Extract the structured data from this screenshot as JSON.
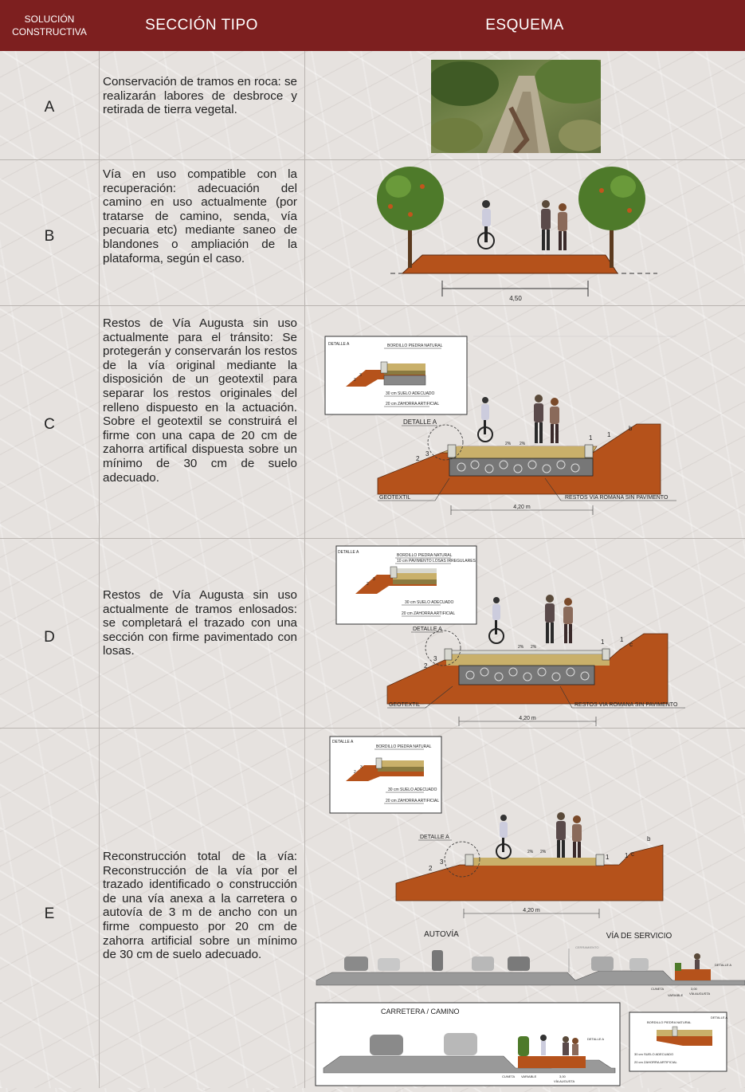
{
  "header": {
    "col1": "SOLUCIÓN CONSTRUCTIVA",
    "col2": "SECCIÓN TIPO",
    "col3": "ESQUEMA"
  },
  "rows": [
    {
      "letter": "A",
      "text": "Conservación de tramos en roca: se realizarán labores de desbroce y retirada de tierra vegetal."
    },
    {
      "letter": "B",
      "text": "Vía en uso compatible con la recuperación: adecuación del camino en uso actualmente (por tratarse de camino, senda, vía pecuaria etc) mediante saneo de blandones o ampliación de la plataforma, según el caso."
    },
    {
      "letter": "C",
      "text": "Restos de Vía Augusta sin uso actualmente para el tránsito: Se protegerán y conservarán los restos de la vía original mediante la disposición de un geotextil para separar los restos originales del relleno dispuesto en la actuación. Sobre el geotextil se construirá el firme con una capa de 20 cm de zahorra artifical dispuesta sobre un mínimo de 30 cm de suelo adecuado."
    },
    {
      "letter": "D",
      "text": "Restos de Vía Augusta sin uso actualmente de tramos enlosados: se completará el trazado con una sección con firme pavimentado con losas."
    },
    {
      "letter": "E",
      "text": "Reconstrucción total de la vía: Reconstrucción de la vía por el trazado identificado o construcción de una vía anexa a la carretera o autovía de 3 m de ancho con un firme compuesto por 20 cm de zahorra artificial sobre un mínimo de 30 cm de suelo adecuado."
    }
  ],
  "schemes": {
    "b": {
      "dim": "4,50"
    },
    "c": {
      "detalle": "DETALLE A",
      "bordillo": "BORDILLO PIEDRA NATURAL",
      "suelo": "30 cm SUELO ADECUADO",
      "zahorra": "20 cm ZAHORRA ARTIFICIAL",
      "geotextil": "GEOTEXTIL",
      "restos": "RESTOS VIA ROMANA SIN PAVIMENTO",
      "dim": "4,20 m",
      "slope": "2%",
      "n3": "3",
      "n2": "2",
      "n1": "1",
      "b": "b"
    },
    "d": {
      "detalle": "DETALLE A",
      "bordillo": "BORDILLO PIEDRA NATURAL",
      "losas": "10 cm PAVIMENTO LOSAS IRREGULARES",
      "suelo": "30 cm SUELO ADECUADO",
      "zahorra": "20 cm ZAHORRA ARTIFICIAL",
      "geotextil": "GEOTEXTIL",
      "restos": "RESTOS VIA ROMANA SIN PAVIMENTO",
      "dim": "4,20 m",
      "slope": "2%",
      "n3": "3",
      "n2": "2",
      "n1": "1",
      "c": "c"
    },
    "e": {
      "detalle": "DETALLE A",
      "bordillo": "BORDILLO PIEDRA NATURAL",
      "suelo": "30 cm SUELO ADECUADO",
      "zahorra": "20 cm ZAHORRA ARTIFICIAL",
      "dim": "4,20 m",
      "slope": "2%",
      "n3": "3",
      "n2": "2",
      "n1": "1",
      "b": "b",
      "c": "c",
      "autovia": "AUTOVÍA",
      "via_servicio": "VÍA DE SERVICIO",
      "cerramiento": "CERRAMIENTO",
      "cuneta": "CUNETA",
      "variable": "VARIABLE",
      "ancho": "3,00",
      "via_augusta": "VÍA AUGUSTA",
      "carretera": "CARRETERA / CAMINO"
    }
  },
  "colors": {
    "header": "#7d1f1f",
    "soil": "#b5521b",
    "gravel": "#c9b06a",
    "sky": "#ffffff"
  }
}
